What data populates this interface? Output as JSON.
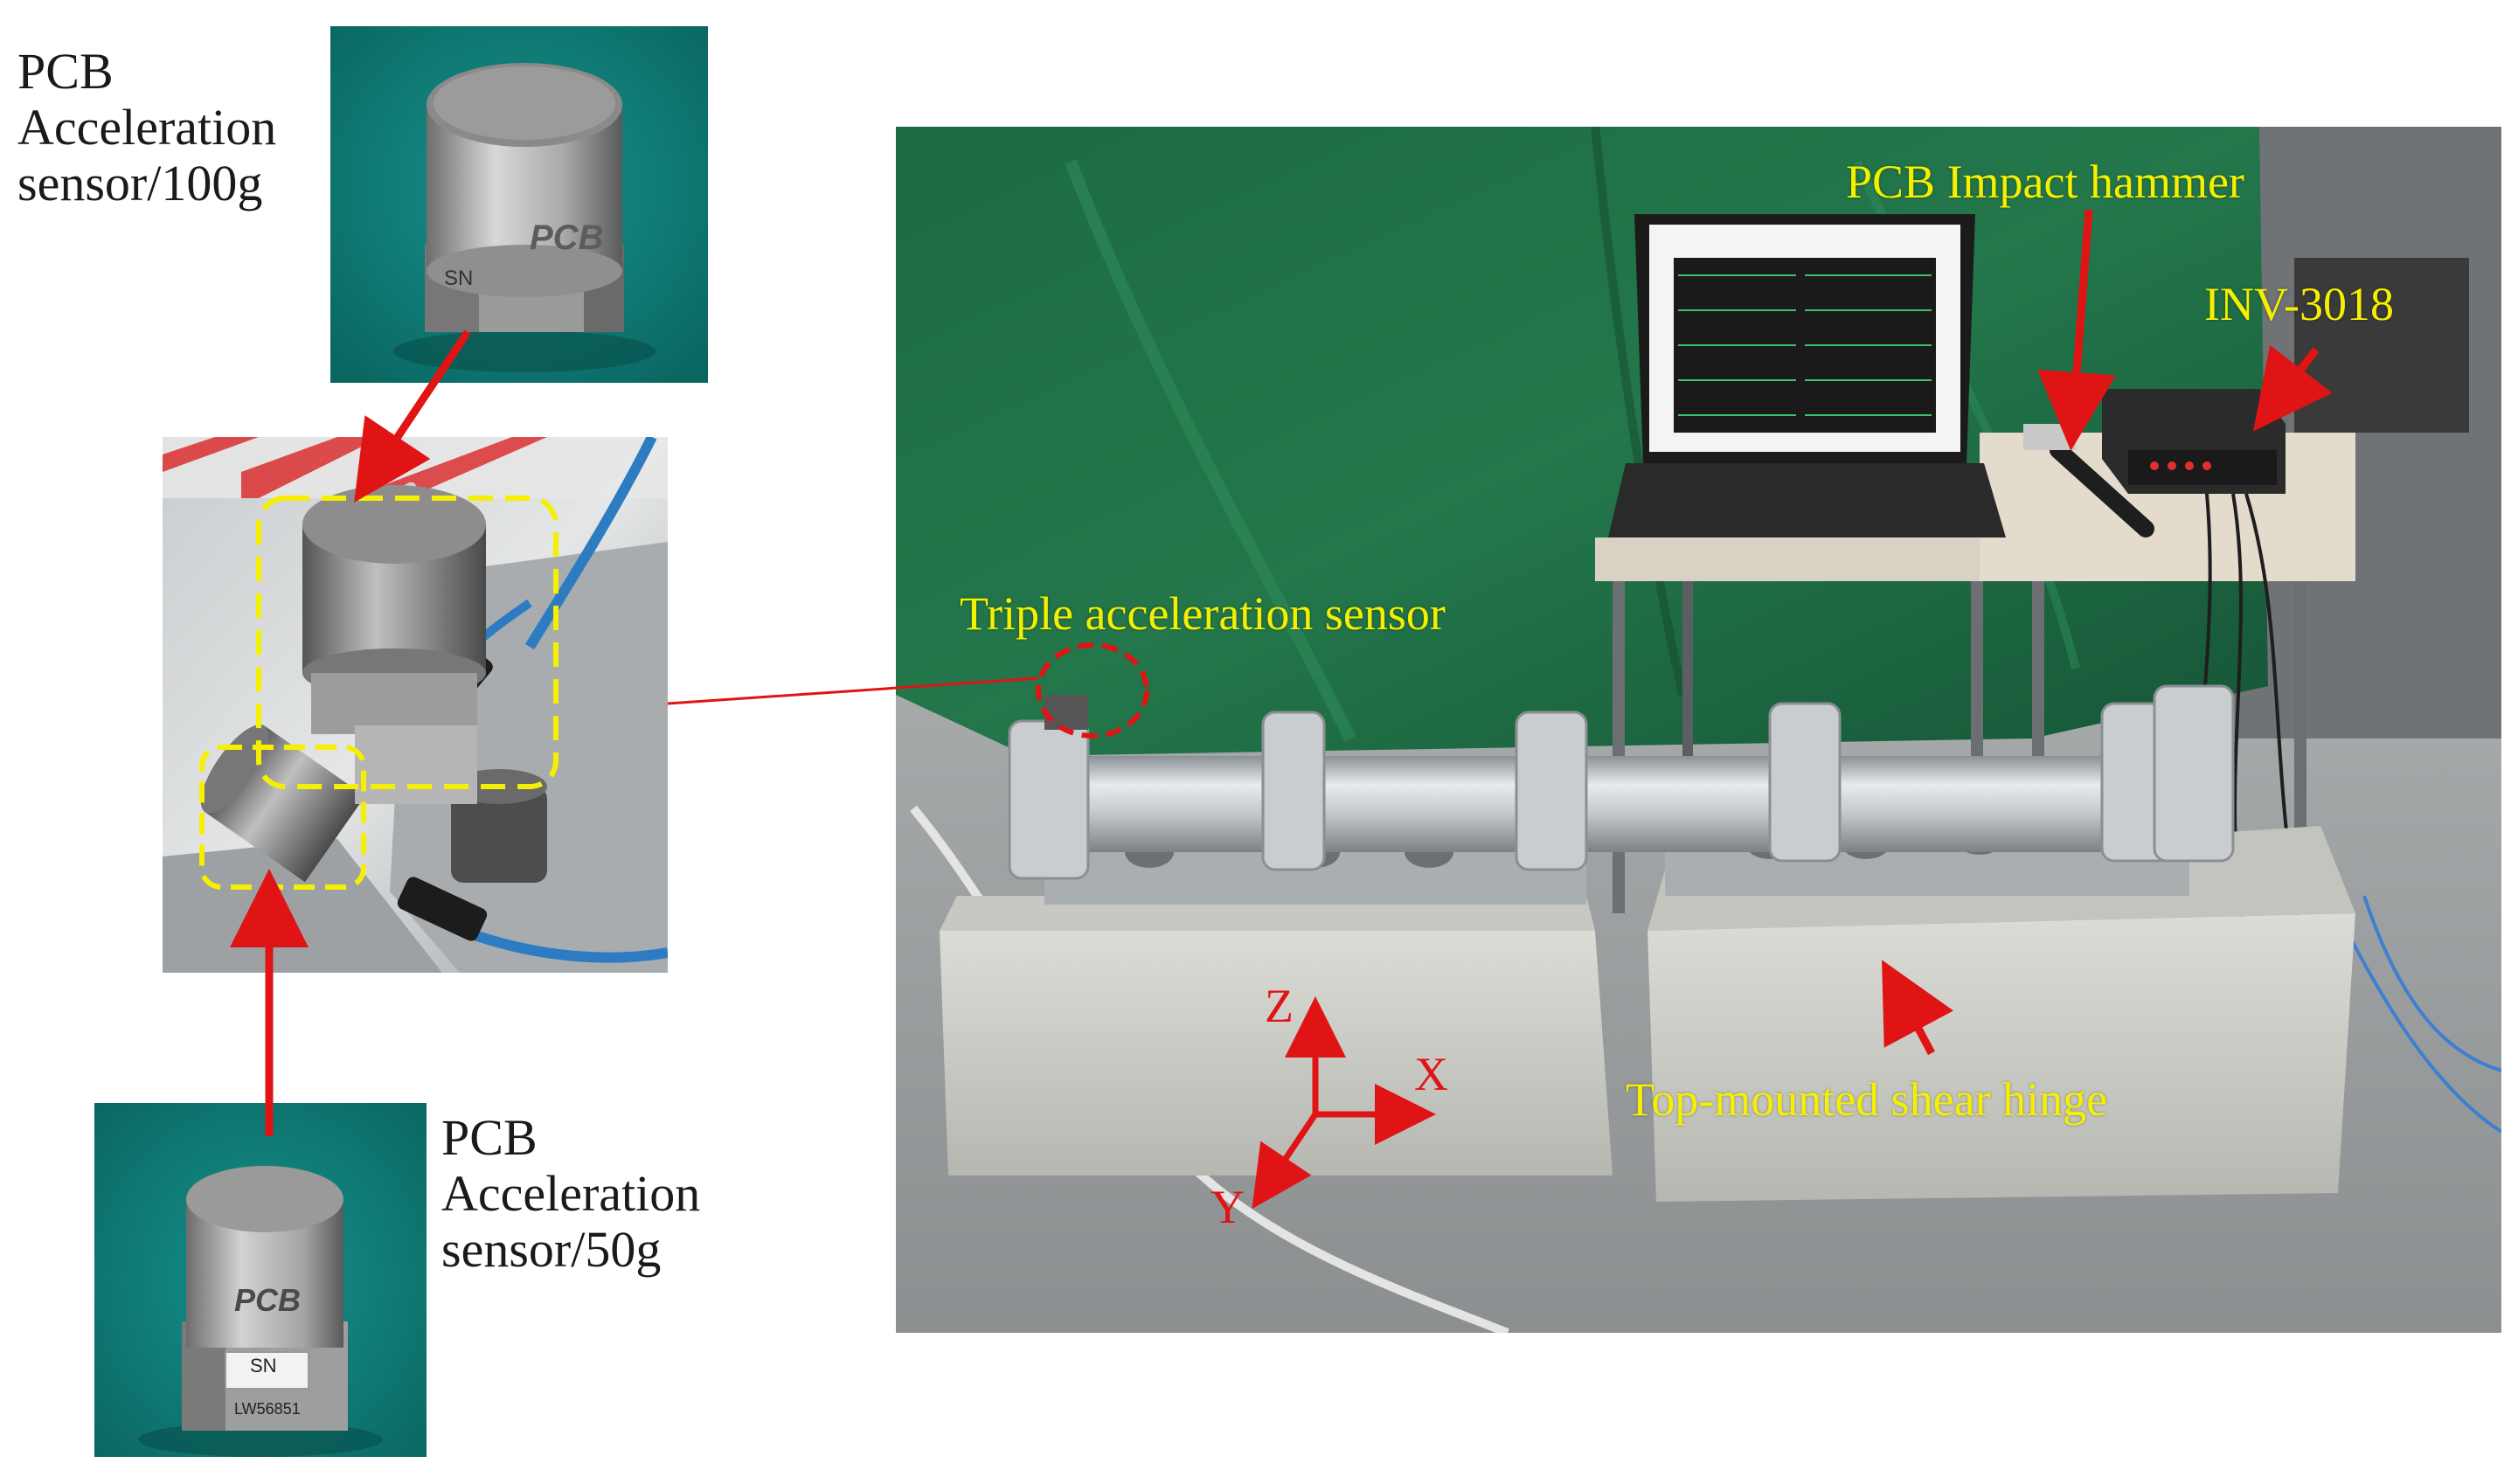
{
  "labels": {
    "sensor_100g": [
      "PCB",
      "Acceleration",
      "sensor/100g"
    ],
    "sensor_50g": [
      "PCB",
      "Acceleration",
      "sensor/50g"
    ],
    "triple_sensor": "Triple acceleration sensor",
    "impact_hammer": "PCB Impact hammer",
    "daq": "INV-3018",
    "shear_hinge": "Top-mounted shear hinge"
  },
  "axes": {
    "x": "X",
    "y": "Y",
    "z": "Z"
  },
  "sensor_text": {
    "brand": "PCB",
    "sn": "SN",
    "serial": "LW56851"
  },
  "colors": {
    "teal_background": "#0f7f7a",
    "tarp_green": "#1f6b43",
    "callout_yellow": "#f5f000",
    "arrow_red": "#e01414",
    "concrete": "#cfcfca"
  }
}
